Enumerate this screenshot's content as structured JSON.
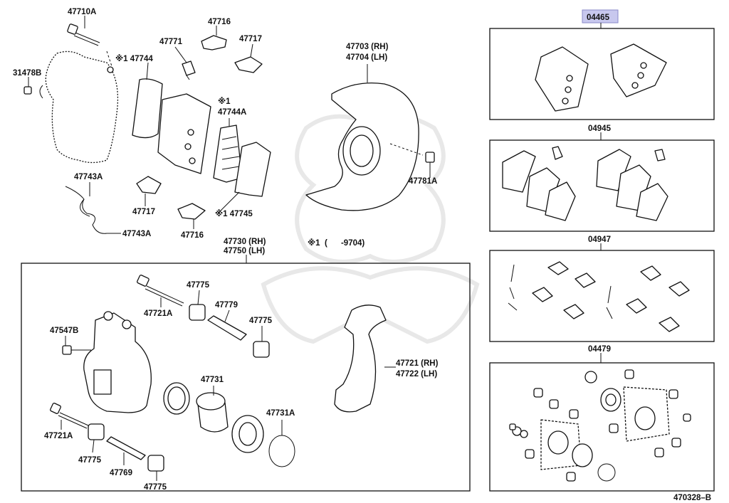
{
  "labels": {
    "p47710A": "47710A",
    "p31478B": "31478B",
    "p47771": "47771",
    "p47716a": "47716",
    "p47717a": "47717",
    "p47744": "※1 47744",
    "p47744A": "※1\n47744A",
    "p47744A_l1": "※1",
    "p47744A_l2": "47744A",
    "p47743A_a": "47743A",
    "p47743A_b": "47743A",
    "p47717b": "47717",
    "p47716b": "47716",
    "p47745": "※1 47745",
    "p47703": "47703 (RH)",
    "p47704": "47704 (LH)",
    "p47781A": "47781A",
    "p47730": "47730 (RH)",
    "p47750": "47750 (LH)",
    "note1": "※1  (      -9704)",
    "p47775a": "47775",
    "p47721Aa": "47721A",
    "p47779": "47779",
    "p47775b": "47775",
    "p47547B": "47547B",
    "p47731": "47731",
    "p47721": "47721 (RH)",
    "p47722": "47722 (LH)",
    "p47731A": "47731A",
    "p47721Ab": "47721A",
    "p47775c": "47775",
    "p47769": "47769",
    "p47775d": "47775",
    "kit04465": "04465",
    "kit04945": "04945",
    "kit04947": "04947",
    "kit04479": "04479",
    "diagram_id": "470328–B"
  },
  "colors": {
    "line": "#111111",
    "highlight": "#c8c8ee",
    "watermark": "#e8e8e8"
  }
}
